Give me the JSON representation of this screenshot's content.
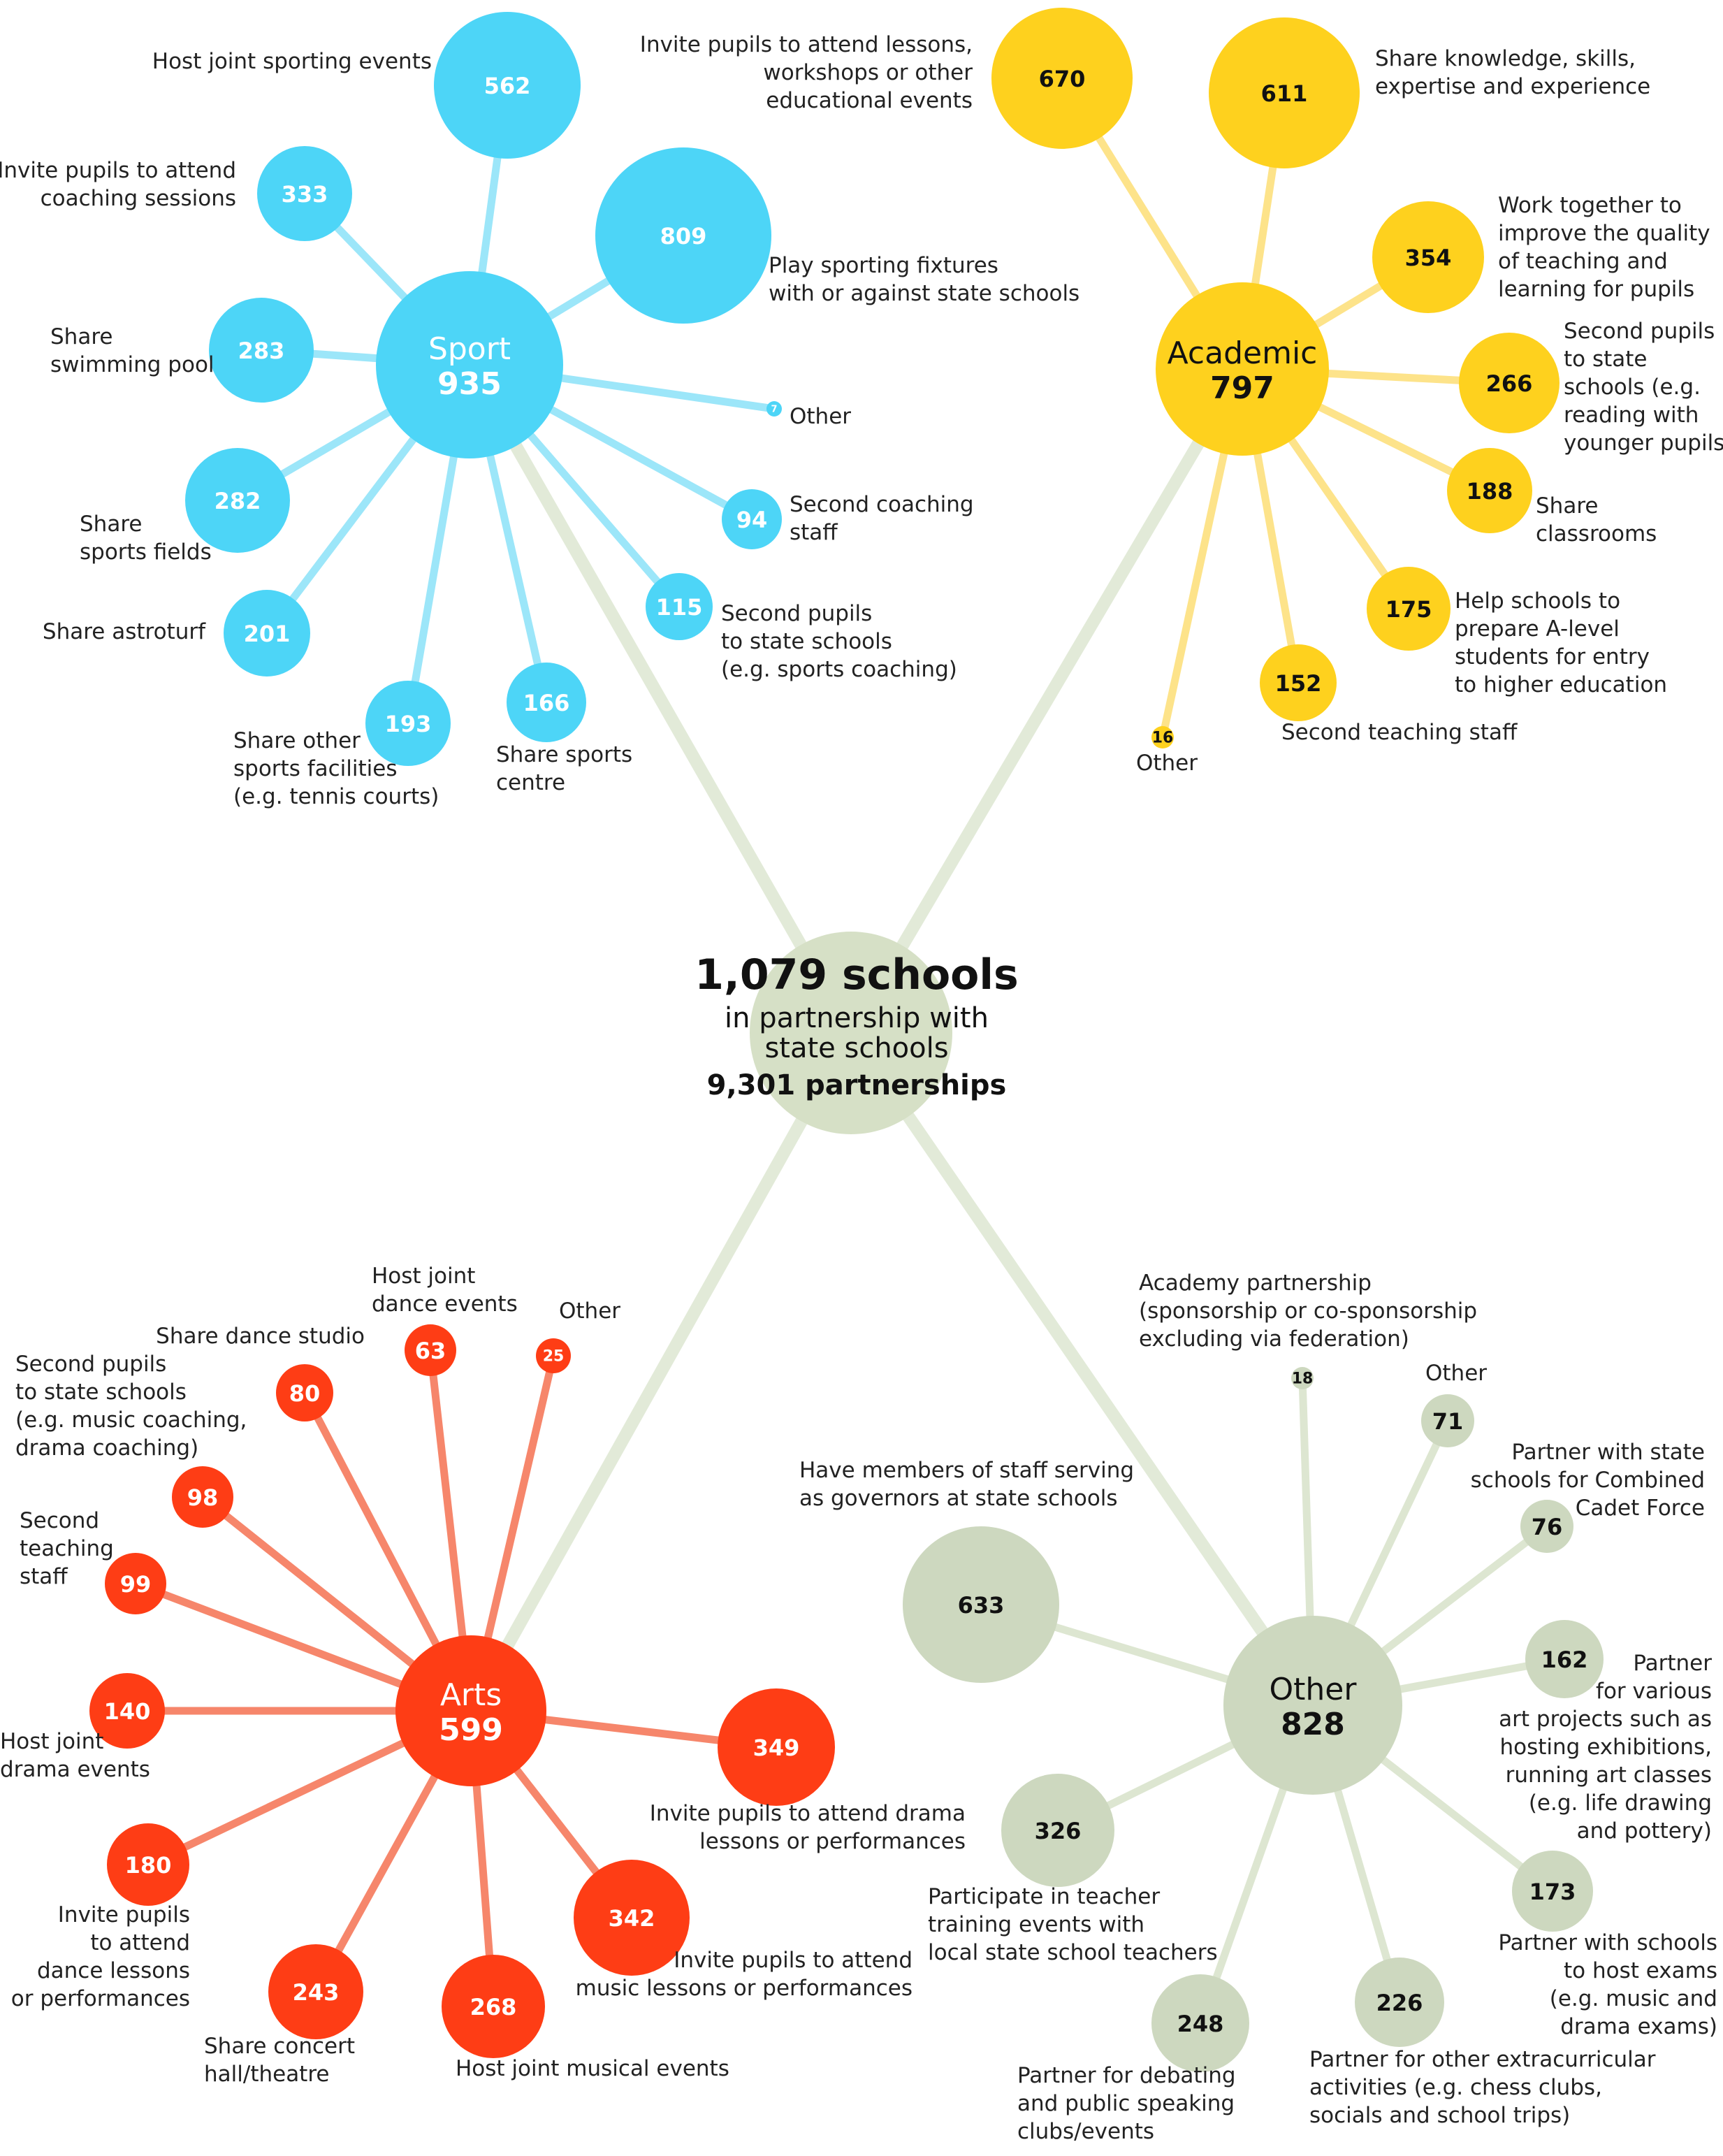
{
  "center": {
    "title": "1,079 schools",
    "line1": "in partnership with",
    "line2": "state schools",
    "partnerships": "9,301 partnerships",
    "color": "#d6e0c6"
  },
  "groups": [
    {
      "id": "sport",
      "name": "Sport",
      "value": "935",
      "color": "#4dd5f7",
      "line_color": "#9ce6f9",
      "text_color": "#ffffff",
      "items": [
        {
          "value": 562,
          "label": [
            "Host joint sporting events"
          ]
        },
        {
          "value": 809,
          "label": [
            "Play sporting fixtures",
            "with or against state schools"
          ]
        },
        {
          "value": 333,
          "label": [
            "Invite pupils to attend",
            "coaching sessions"
          ]
        },
        {
          "value": 283,
          "label": [
            "Share",
            "swimming pool"
          ]
        },
        {
          "value": 7,
          "label": [
            "Other"
          ]
        },
        {
          "value": 282,
          "label": [
            "Share",
            "sports fields"
          ]
        },
        {
          "value": 94,
          "label": [
            "Second coaching",
            "staff"
          ]
        },
        {
          "value": 201,
          "label": [
            "Share astroturf"
          ]
        },
        {
          "value": 115,
          "label": [
            "Second pupils",
            "to state schools",
            "(e.g. sports coaching)"
          ]
        },
        {
          "value": 193,
          "label": [
            "Share other",
            "sports facilities",
            "(e.g. tennis courts)"
          ]
        },
        {
          "value": 166,
          "label": [
            "Share sports",
            "centre"
          ]
        }
      ]
    },
    {
      "id": "academic",
      "name": "Academic",
      "value": "797",
      "color": "#fed11e",
      "line_color": "#fde38a",
      "text_color": "#111111",
      "items": [
        {
          "value": 670,
          "label": [
            "Invite pupils to attend lessons,",
            "workshops or other",
            "educational events"
          ]
        },
        {
          "value": 611,
          "label": [
            "Share knowledge, skills,",
            "expertise and experience"
          ]
        },
        {
          "value": 354,
          "label": [
            "Work together to",
            "improve the quality",
            "of teaching and",
            "learning for pupils"
          ]
        },
        {
          "value": 266,
          "label": [
            "Second pupils",
            "to state",
            "schools (e.g.",
            "reading with",
            "younger pupils)"
          ]
        },
        {
          "value": 188,
          "label": [
            "Share",
            "classrooms"
          ]
        },
        {
          "value": 175,
          "label": [
            "Help schools to",
            "prepare A-level",
            "students for entry",
            "to higher education"
          ]
        },
        {
          "value": 152,
          "label": [
            "Second teaching staff"
          ]
        },
        {
          "value": 16,
          "label": [
            "Other"
          ]
        }
      ]
    },
    {
      "id": "arts",
      "name": "Arts",
      "value": "599",
      "color": "#fe3d15",
      "line_color": "#f6866b",
      "text_color": "#ffffff",
      "items": [
        {
          "value": 63,
          "label": [
            "Host joint",
            "dance events"
          ]
        },
        {
          "value": 25,
          "label": [
            "Other"
          ]
        },
        {
          "value": 80,
          "label": [
            "Share dance studio"
          ]
        },
        {
          "value": 98,
          "label": [
            "Second pupils",
            "to state schools",
            "(e.g. music coaching,",
            "drama coaching)"
          ]
        },
        {
          "value": 99,
          "label": [
            "Second",
            "teaching",
            "staff"
          ]
        },
        {
          "value": 140,
          "label": [
            "Host joint",
            "drama events"
          ]
        },
        {
          "value": 349,
          "label": [
            "Invite pupils to attend drama",
            "lessons or performances"
          ]
        },
        {
          "value": 180,
          "label": [
            "Invite pupils",
            "to attend",
            "dance lessons",
            "or performances"
          ]
        },
        {
          "value": 342,
          "label": [
            "Invite pupils to attend",
            "music lessons or performances"
          ]
        },
        {
          "value": 243,
          "label": [
            "Share concert",
            "hall/theatre"
          ]
        },
        {
          "value": 268,
          "label": [
            "Host joint musical events"
          ]
        }
      ]
    },
    {
      "id": "other",
      "name": "Other",
      "value": "828",
      "color": "#cdd8bf",
      "line_color": "#dde6d1",
      "text_color": "#111111",
      "items": [
        {
          "value": 18,
          "label": [
            "Academy partnership",
            "(sponsorship or co-sponsorship",
            "excluding via federation)"
          ]
        },
        {
          "value": 71,
          "label": [
            "Other"
          ]
        },
        {
          "value": 76,
          "label": [
            "Partner with state",
            "schools for Combined",
            "Cadet Force"
          ]
        },
        {
          "value": 633,
          "label": [
            "Have members of staff serving",
            "as governors at state schools"
          ]
        },
        {
          "value": 162,
          "label": [
            "Partner",
            "for various",
            "art projects such as",
            "hosting exhibitions,",
            "running art classes",
            "(e.g. life drawing",
            "and pottery)"
          ]
        },
        {
          "value": 326,
          "label": [
            "Participate in teacher",
            "training events with",
            "local state school teachers"
          ]
        },
        {
          "value": 173,
          "label": [
            "Partner with schools",
            "to host exams",
            "(e.g. music and",
            "drama exams)"
          ]
        },
        {
          "value": 248,
          "label": [
            "Partner for debating",
            "and public speaking",
            "clubs/events"
          ]
        },
        {
          "value": 226,
          "label": [
            "Partner for other extracurricular",
            "activities (e.g. chess clubs,",
            "socials and school trips)"
          ]
        }
      ]
    }
  ]
}
